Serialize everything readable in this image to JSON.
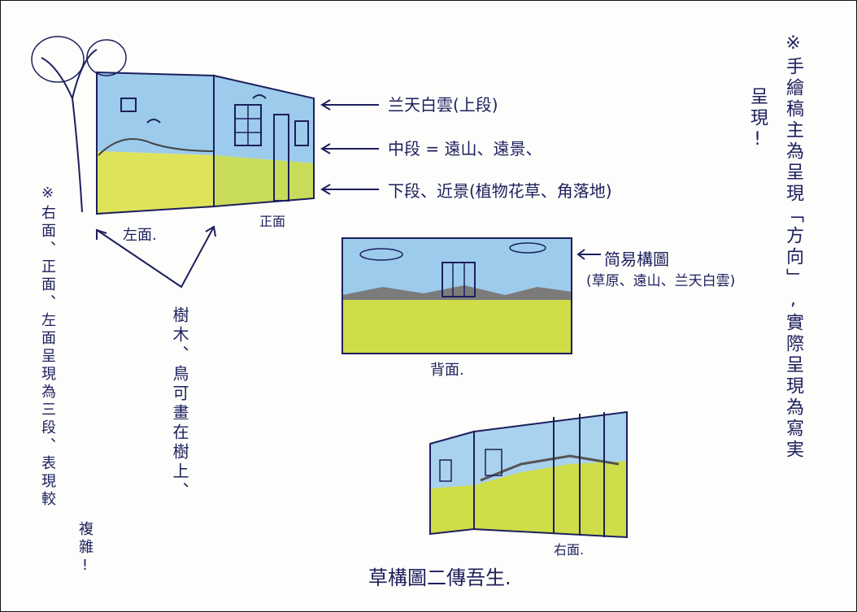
{
  "notes": {
    "top_row": "兰天白雲(上段)",
    "middle_row": "中段 = 遠山、遠景、",
    "bottom_row": "下段、近景(植物花草、角落地)",
    "left_face": "左面.",
    "front_face": "正面",
    "simple_layout": "简易構圖",
    "simple_layout_detail": "(草原、遠山、兰天白雲)",
    "back_face": "背面.",
    "right_face": "右面.",
    "trees_note": "樹木、鳥可畫在樹上、",
    "left_col_1": "※右面、正面、左面呈現為三段、表現較",
    "left_col_2": "複雜!",
    "right_col_1": "※手繪稿主為呈現「方向」,實際呈現為寫実",
    "right_col_2": "呈現!",
    "bottom_title": "草構圖二傳吾生."
  },
  "colors": {
    "ink": "#1c1f5c",
    "sky": "#8fc3e8",
    "grass": "#d6df4a",
    "hills": "#6b6b6b",
    "paper": "#fdfdfb"
  }
}
